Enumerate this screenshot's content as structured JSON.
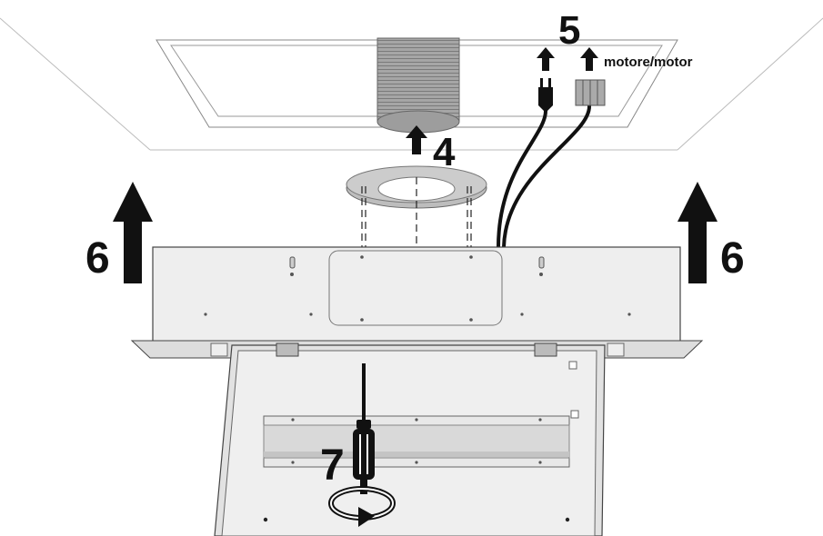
{
  "steps": {
    "step4": "4",
    "step5": "5",
    "step6_left": "6",
    "step6_right": "6",
    "step7": "7"
  },
  "labels": {
    "motor": "motore/motor"
  },
  "colors": {
    "ink": "#111111",
    "panel": "#eeeeee",
    "panel_dark": "#d6d6d6",
    "duct": "#9a9a9a",
    "line": "#555555"
  }
}
